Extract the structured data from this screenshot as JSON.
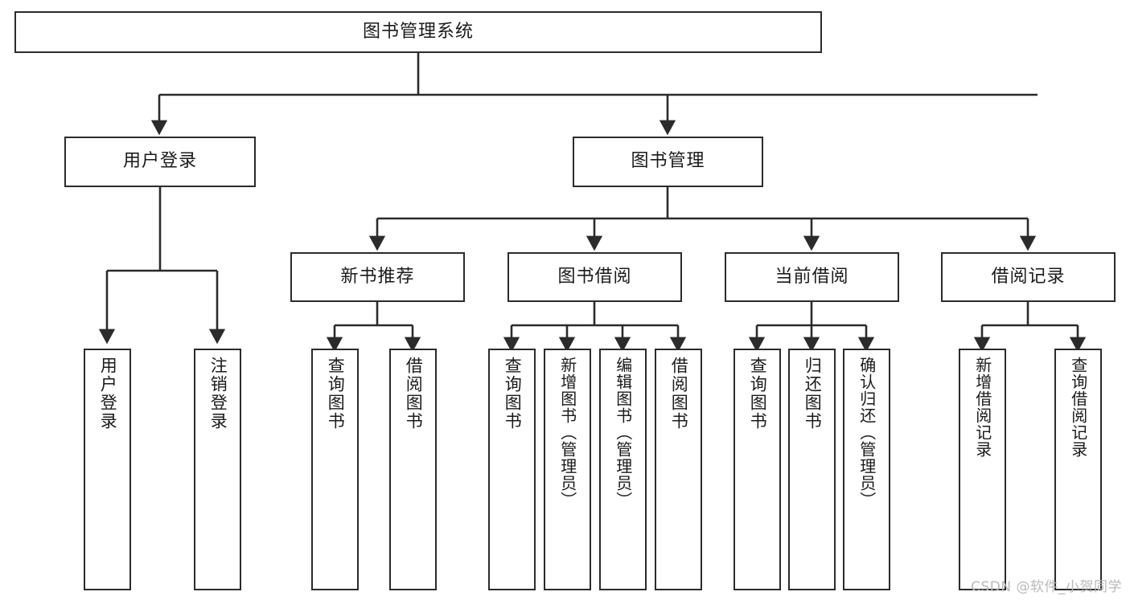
{
  "diagram": {
    "title": "图书管理系统",
    "type": "tree-hierarchy",
    "root": {
      "id": "root",
      "label": "图书管理系统"
    },
    "level2": [
      {
        "id": "user-login",
        "label": "用户登录"
      },
      {
        "id": "book-management",
        "label": "图书管理"
      }
    ],
    "level3": [
      {
        "id": "new-book-recommend",
        "label": "新书推荐",
        "parent": "book-management"
      },
      {
        "id": "book-borrow",
        "label": "图书借阅",
        "parent": "book-management"
      },
      {
        "id": "current-borrow",
        "label": "当前借阅",
        "parent": "book-management"
      },
      {
        "id": "borrow-record",
        "label": "借阅记录",
        "parent": "book-management"
      }
    ],
    "leaves": [
      {
        "id": "leaf-user-login",
        "label": "用户登录",
        "parent": "user-login"
      },
      {
        "id": "leaf-user-logout",
        "label": "注销登录",
        "parent": "user-login"
      },
      {
        "id": "leaf-query-book-1",
        "label": "查询图书",
        "parent": "new-book-recommend"
      },
      {
        "id": "leaf-borrow-book-1",
        "label": "借阅图书",
        "parent": "new-book-recommend"
      },
      {
        "id": "leaf-query-book-2",
        "label": "查询图书",
        "parent": "book-borrow"
      },
      {
        "id": "leaf-add-book",
        "label": "新增图书（管理员）",
        "parent": "book-borrow"
      },
      {
        "id": "leaf-edit-book",
        "label": "编辑图书（管理员）",
        "parent": "book-borrow"
      },
      {
        "id": "leaf-borrow-book-2",
        "label": "借阅图书",
        "parent": "book-borrow"
      },
      {
        "id": "leaf-query-book-3",
        "label": "查询图书",
        "parent": "current-borrow"
      },
      {
        "id": "leaf-return-book",
        "label": "归还图书",
        "parent": "current-borrow"
      },
      {
        "id": "leaf-confirm-return",
        "label": "确认归还（管理员）",
        "parent": "current-borrow"
      },
      {
        "id": "leaf-add-record",
        "label": "新增借阅记录",
        "parent": "borrow-record"
      },
      {
        "id": "leaf-query-record",
        "label": "查询借阅记录",
        "parent": "borrow-record"
      }
    ],
    "colors": {
      "stroke": "#2b2b2b",
      "fill": "#ffffff",
      "text": "#1a1a1a",
      "watermark": "#b9b9b9"
    }
  },
  "watermark": {
    "text": "CSDN @软件_小贺同学"
  }
}
